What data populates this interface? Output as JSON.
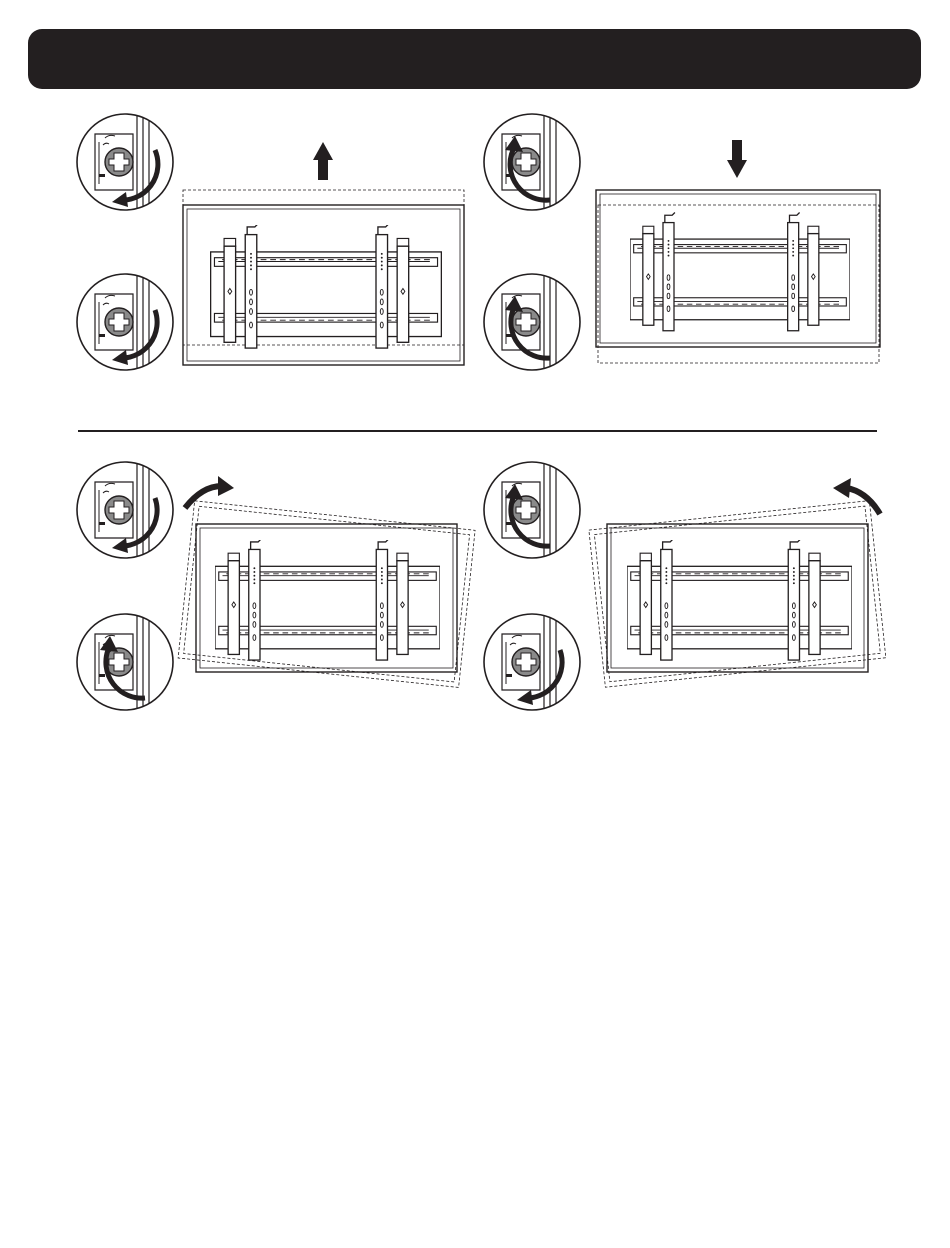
{
  "header": {
    "title": ""
  },
  "panels": [
    {
      "id": "raise",
      "direction": "up"
    },
    {
      "id": "lower",
      "direction": "down"
    },
    {
      "id": "tilt-clockwise",
      "direction": "rotate-right"
    },
    {
      "id": "tilt-counterclockwise",
      "direction": "rotate-left"
    }
  ],
  "icons": [
    "up-arrow-icon",
    "down-arrow-icon",
    "curved-arrow-right-icon",
    "curved-arrow-left-icon",
    "screw-adjustment-icon"
  ],
  "colors": {
    "ink": "#231f20",
    "screw": "#8a8a8a",
    "background": "#ffffff"
  }
}
